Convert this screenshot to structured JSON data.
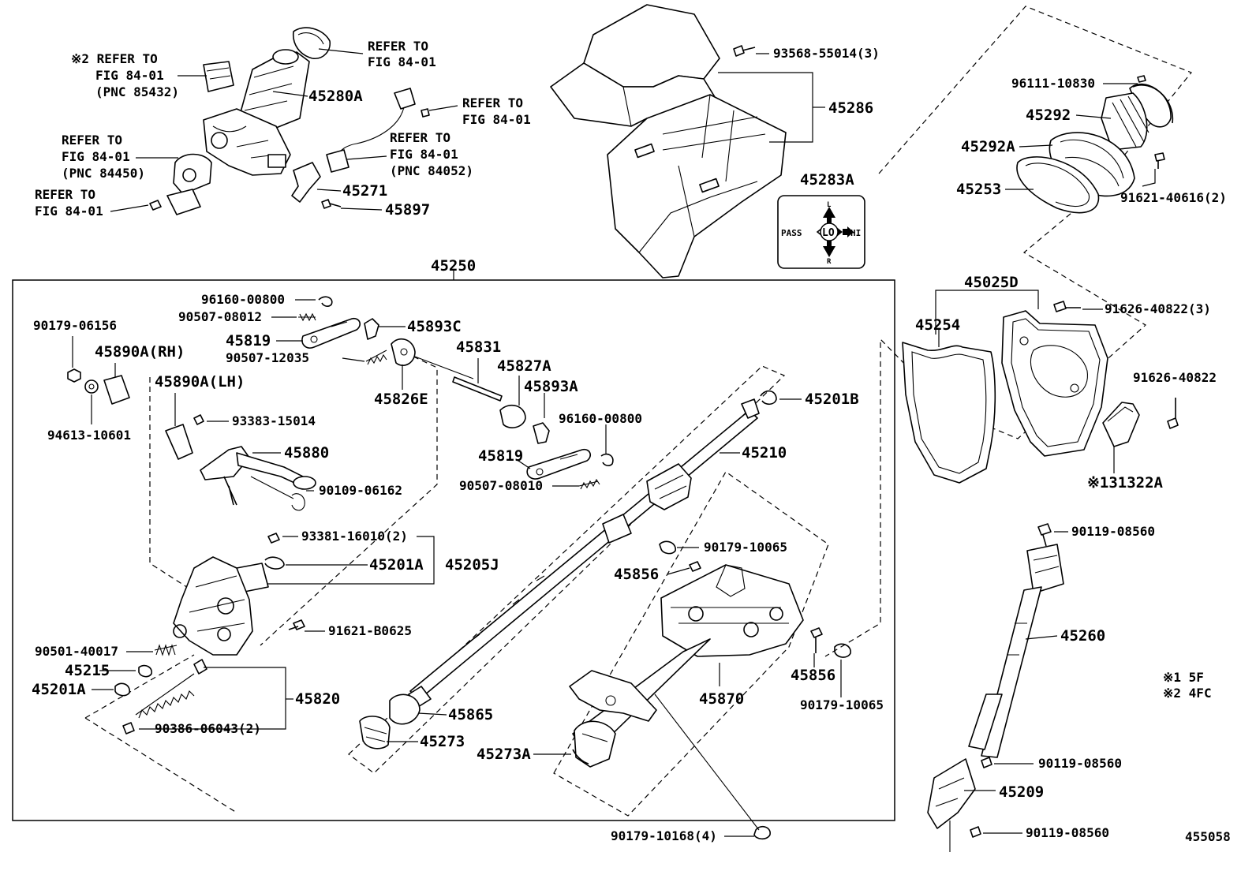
{
  "diagram_id": "455058",
  "notes": {
    "n1": "※1 5F",
    "n2": "※2 4FC"
  },
  "labels": {
    "l45250": "45250",
    "l45280A": "45280A",
    "ref1_a": "REFER TO",
    "ref1_b": "FIG 84-01",
    "ref2_a": "※2 REFER TO",
    "ref2_b": "FIG 84-01",
    "ref2_c": "(PNC 85432)",
    "ref3_a": "REFER TO",
    "ref3_b": "FIG 84-01",
    "ref3_c": "(PNC 84450)",
    "ref4_a": "REFER TO",
    "ref4_b": "FIG 84-01",
    "ref5_a": "REFER TO",
    "ref5_b": "FIG 84-01",
    "ref6_a": "REFER TO",
    "ref6_b": "FIG 84-01",
    "ref6_c": "(PNC 84052)",
    "l45271": "45271",
    "l45897": "45897",
    "l93568": "93568-55014(3)",
    "l45286": "45286",
    "l45283A": "45283A",
    "sw_pass": "PASS",
    "sw_lo": "LO",
    "sw_hi": "HI",
    "sw_l": "L",
    "sw_r": "R",
    "l96111": "96111-10830",
    "l45292": "45292",
    "l45292A": "45292A",
    "l45253": "45253",
    "l91621_40616": "91621-40616(2)",
    "l45025D": "45025D",
    "l45254": "45254",
    "l91626_3": "91626-40822(3)",
    "l91626": "91626-40822",
    "l131322A": "※131322A",
    "l90119_a": "90119-08560",
    "l45260": "45260",
    "l90119_b": "90119-08560",
    "l45209": "45209",
    "l90119_c": "90119-08560",
    "l96160_a": "96160-00800",
    "l90507_08012": "90507-08012",
    "l45893C": "45893C",
    "l45819_a": "45819",
    "l90507_12035": "90507-12035",
    "l45826E": "45826E",
    "l90179_06156": "90179-06156",
    "l45890A_RH": "45890A(RH)",
    "l45890A_LH": "45890A(LH)",
    "l94613": "94613-10601",
    "l93383": "93383-15014",
    "l45880": "45880",
    "l90109": "90109-06162",
    "l45831": "45831",
    "l45827A": "45827A",
    "l45893A": "45893A",
    "l96160_b": "96160-00800",
    "l45819_b": "45819",
    "l90507_08010": "90507-08010",
    "l45201B": "45201B",
    "l45210": "45210",
    "l93381": "93381-16010(2)",
    "l45201A_a": "45201A",
    "l45205J": "45205J",
    "l91621_B0625": "91621-B0625",
    "l90501": "90501-40017",
    "l45215": "45215",
    "l45201A_b": "45201A",
    "l45820": "45820",
    "l90386": "90386-06043(2)",
    "l90179_10065_a": "90179-10065",
    "l45856_a": "45856",
    "l45856_b": "45856",
    "l90179_10065_b": "90179-10065",
    "l45870": "45870",
    "l45865": "45865",
    "l45273": "45273",
    "l45273A": "45273A",
    "l90179_10168": "90179-10168(4)"
  }
}
